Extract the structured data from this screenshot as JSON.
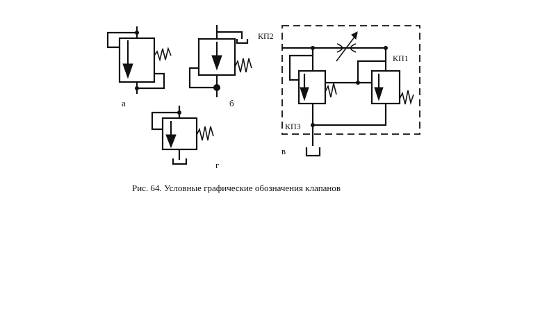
{
  "figure": {
    "caption": "Рис. 64. Условные графические обозначения клапанов",
    "panels": {
      "a": "а",
      "b": "б",
      "v": "в",
      "g": "г"
    },
    "valve_labels": {
      "kp1": "КП1",
      "kp2": "КП2",
      "kp3": "КП3"
    }
  }
}
